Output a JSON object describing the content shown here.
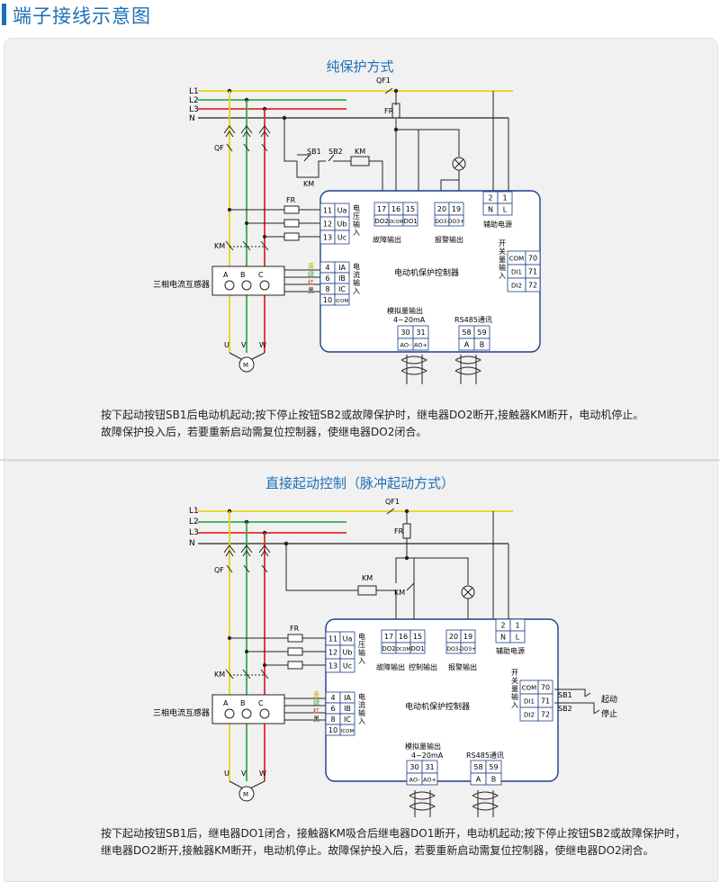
{
  "page_title": "端子接线示意图",
  "colors": {
    "accent": "#1d6fb8",
    "L1": "#e8d31a",
    "L2": "#3aa84a",
    "L3": "#e5282e",
    "N": "#222222"
  },
  "common": {
    "lines": [
      "L1",
      "L2",
      "L3",
      "N"
    ],
    "qf": "QF",
    "qf1": "QF1",
    "fr": "FR",
    "km": "KM",
    "ct_label": "三相电流互感器",
    "controller": "电动机保护控制器",
    "aux_power": "辅助电源",
    "alarm_out": "报警输出",
    "voltage_in": [
      "电",
      "压",
      "输",
      "入"
    ],
    "current_in": [
      "电",
      "流",
      "输",
      "入"
    ],
    "switch_in": [
      "开",
      "关",
      "量",
      "输",
      "入"
    ],
    "analog_out_1": "模拟量输出",
    "analog_out_2": "4~20mA",
    "rs485": "RS485通讯",
    "phase_abc": [
      "A",
      "B",
      "C"
    ],
    "motor_uvw": [
      "U",
      "V",
      "W"
    ],
    "motor_symbol": "M",
    "wire_colors": [
      "黄",
      "绿",
      "红",
      "黑"
    ],
    "volt_terms": [
      {
        "num": "11",
        "name": "Ua"
      },
      {
        "num": "12",
        "name": "Ub"
      },
      {
        "num": "13",
        "name": "Uc"
      }
    ],
    "curr_terms": [
      {
        "num": "4",
        "name": "IA"
      },
      {
        "num": "6",
        "name": "IB"
      },
      {
        "num": "8",
        "name": "IC"
      },
      {
        "num": "10",
        "name": "ICOM"
      }
    ],
    "fault_terms": {
      "nums": [
        "17",
        "16",
        "15"
      ],
      "names": [
        "DO2",
        "DCOM",
        "DO1"
      ]
    },
    "alarm_terms": {
      "nums": [
        "20",
        "19"
      ],
      "names": [
        "DO3-",
        "DO3+"
      ]
    },
    "aux_terms": {
      "nums": [
        "2",
        "1"
      ],
      "names": [
        "N",
        "L"
      ]
    },
    "di_terms": [
      {
        "name": "COM",
        "num": "70"
      },
      {
        "name": "DI1",
        "num": "71"
      },
      {
        "name": "DI2",
        "num": "72"
      }
    ],
    "ao_terms": {
      "nums": [
        "30",
        "31"
      ],
      "names": [
        "AO-",
        "AO+"
      ]
    },
    "rs_terms": {
      "nums": [
        "58",
        "59"
      ],
      "names": [
        "A",
        "B"
      ]
    }
  },
  "section1": {
    "title": "纯保护方式",
    "sb1": "SB1",
    "sb2": "SB2",
    "fault_out": "故障输出",
    "desc_lines": [
      "按下起动按钮SB1后电动机起动;按下停止按钮SB2或故障保护时，继电器DO2断开,接触器KM断开，电动机停止。",
      "故障保护投入后，若要重新启动需复位控制器，使继电器DO2闭合。"
    ]
  },
  "section2": {
    "title": "直接起动控制（脉冲起动方式）",
    "fault_out": "故障输出",
    "control_out": "控制输出",
    "sb1": "SB1",
    "sb2": "SB2",
    "start_label": "起动",
    "stop_label": "停止",
    "desc_lines": [
      "按下起动按钮SB1后，继电器DO1闭合，接触器KM吸合后继电器DO1断开，电动机起动;按下停止按钮SB2或故障保护时，",
      "继电器DO2断开,接触器KM断开，电动机停止。故障保护投入后，若要重新启动需复位控制器，使继电器DO2闭合。"
    ]
  }
}
